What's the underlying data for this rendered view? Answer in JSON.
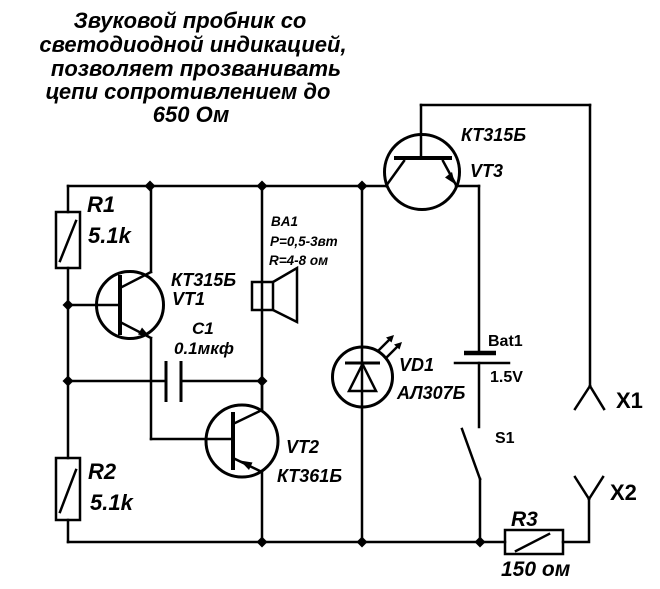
{
  "title": {
    "lines": [
      "Звуковой пробник со",
      "светодиодной индикацией,",
      "позволяет прозванивать",
      "цепи сопротивлением до",
      "650 Ом"
    ]
  },
  "components": {
    "r1": {
      "ref": "R1",
      "value": "5.1k"
    },
    "r2": {
      "ref": "R2",
      "value": "5.1k"
    },
    "r3": {
      "ref": "R3",
      "value": "150 ом"
    },
    "c1": {
      "ref": "C1",
      "value": "0.1мкф"
    },
    "vt1": {
      "ref": "VT1",
      "type": "КТ315Б"
    },
    "vt2": {
      "ref": "VT2",
      "type": "КТ361Б"
    },
    "vt3": {
      "ref": "VT3",
      "type": "КТ315Б"
    },
    "vd1": {
      "ref": "VD1",
      "type": "АЛ307Б"
    },
    "ba1": {
      "ref": "BA1",
      "power": "P=0,5-3вт",
      "impedance": "R=4-8 ом"
    },
    "bat1": {
      "ref": "Bat1",
      "value": "1.5V"
    },
    "s1": {
      "ref": "S1"
    },
    "x1": {
      "ref": "X1"
    },
    "x2": {
      "ref": "X2"
    }
  },
  "colors": {
    "ink": "#000000",
    "paper": "#ffffff"
  }
}
